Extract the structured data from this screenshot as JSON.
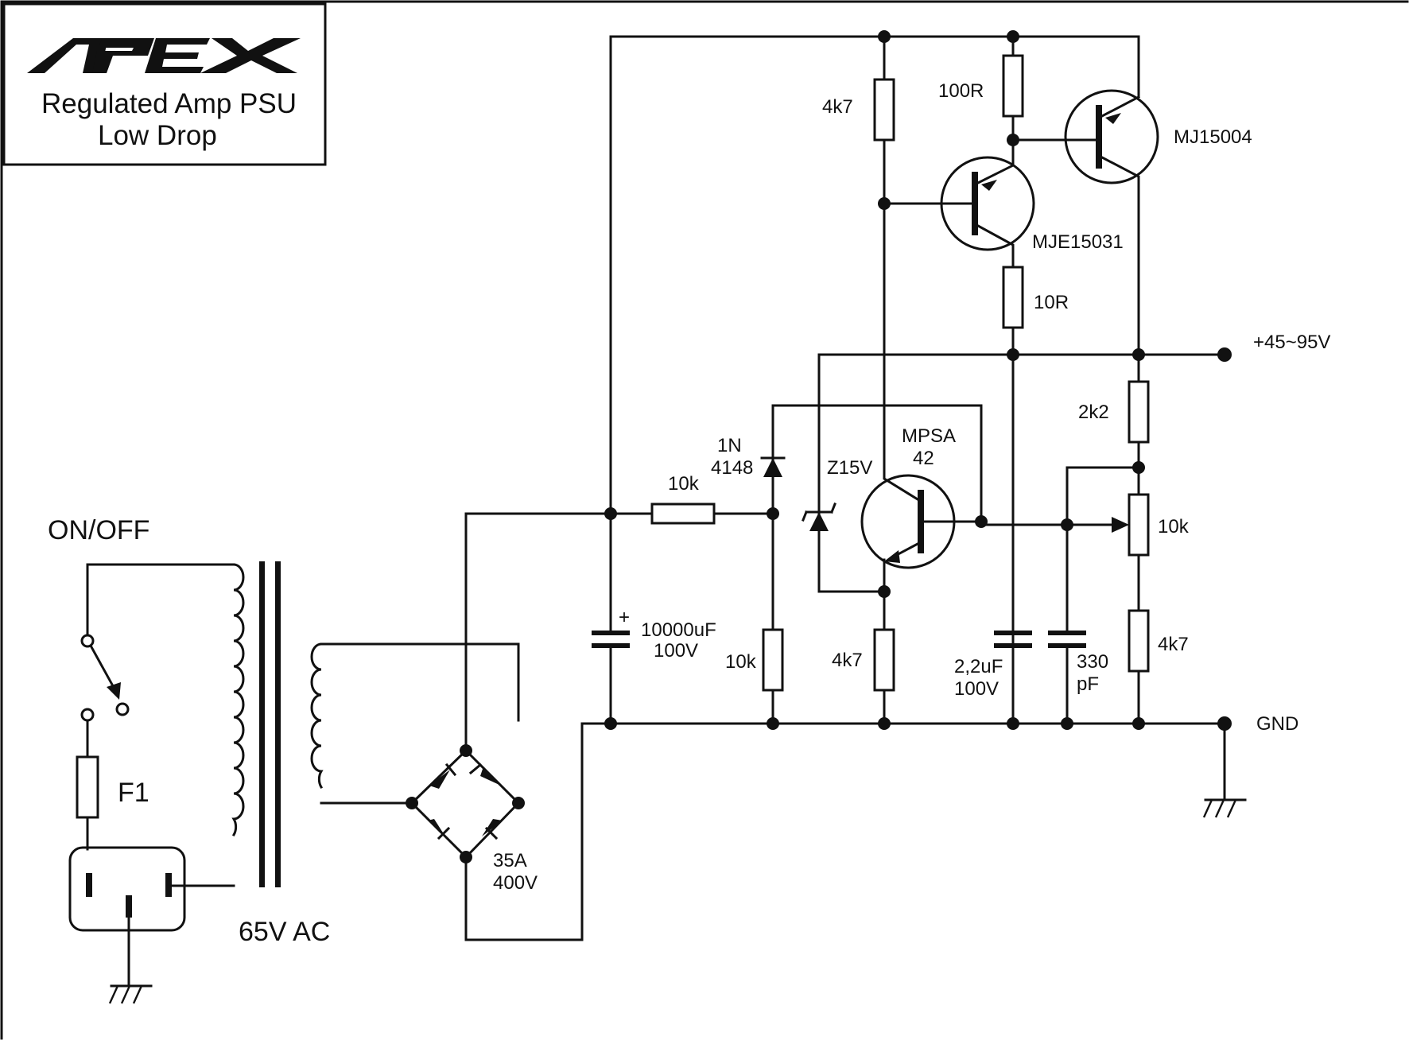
{
  "header": {
    "logo": "APEX",
    "title_line1": "Regulated Amp PSU",
    "title_line2": "Low Drop"
  },
  "labels": {
    "on_off": "ON/OFF",
    "fuse": "F1",
    "ac_voltage": "65V AC",
    "bridge_current": "35A",
    "bridge_voltage": "400V",
    "cap_main_value": "10000uF",
    "cap_main_voltage": "100V",
    "cap_plus": "+",
    "r_series": "10k",
    "diode_line1": "1N",
    "diode_line2": "4148",
    "r_diode_bottom": "10k",
    "zener": "Z15V",
    "q_driver_line1": "MPSA",
    "q_driver_line2": "42",
    "r_emitter": "4k7",
    "r_base_top": "4k7",
    "r_100r": "100R",
    "q_pass_pre": "MJE15031",
    "q_pass": "MJ15004",
    "r_10r": "10R",
    "output": "+45~95V",
    "r_2k2": "2k2",
    "pot": "10k",
    "r_4k7_bottom": "4k7",
    "cap_2u2_value": "2,2uF",
    "cap_2u2_voltage": "100V",
    "cap_330_value": "330",
    "cap_330_unit": "pF",
    "gnd": "GND"
  }
}
